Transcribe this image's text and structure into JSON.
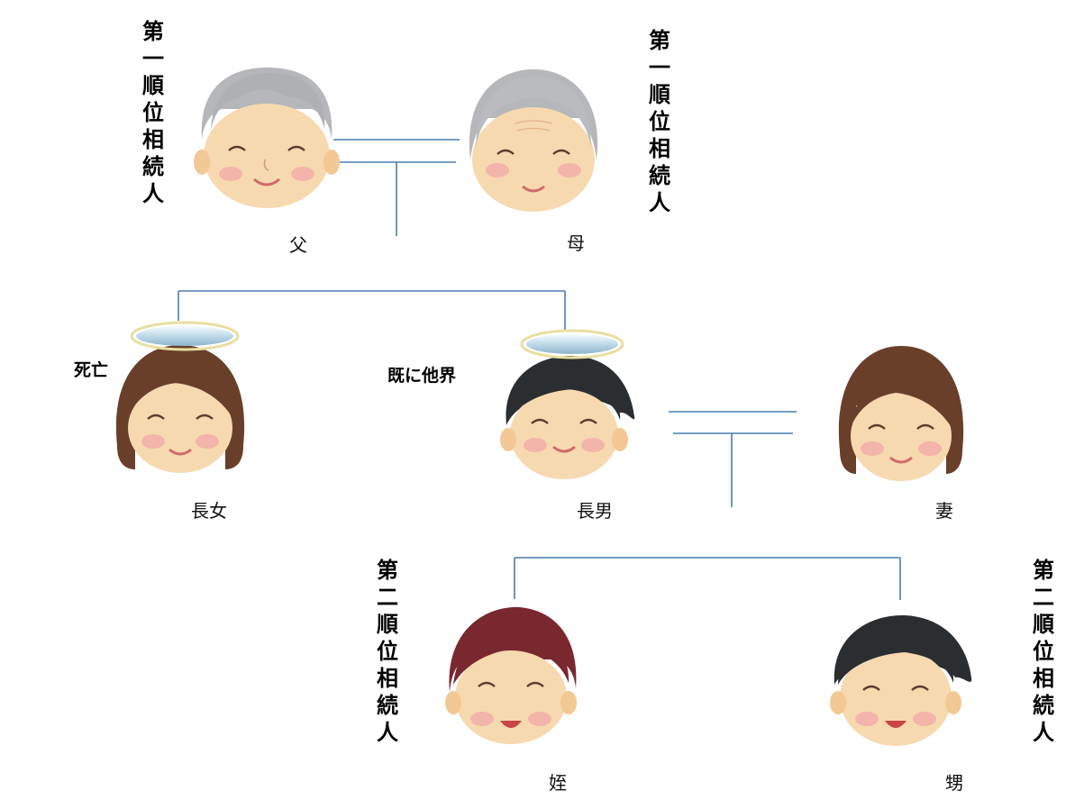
{
  "labels": {
    "father_rank": "第\n一\n順\n位\n相\n続\n人",
    "mother_rank": "第\n一\n順\n位\n相\n続\n人",
    "niece_rank": "第\n二\n順\n位\n相\n続\n人",
    "nephew_rank": "第\n二\n順\n位\n相\n続\n人",
    "deceased": "死亡",
    "passed_away": "既に他界"
  },
  "people": {
    "father": "父",
    "mother": "母",
    "eldest_daughter": "長女",
    "eldest_son": "長男",
    "wife": "妻",
    "niece": "姪",
    "nephew": "甥"
  },
  "colors": {
    "line": "#4a7fb0",
    "skin": "#f7d9b0",
    "cheek": "#f2a7a7",
    "hair_gray": "#b5b7ba",
    "hair_brown": "#6a3f2a",
    "hair_black": "#2b2e30",
    "hair_red": "#7a2830",
    "halo": "#cfe3ee"
  }
}
